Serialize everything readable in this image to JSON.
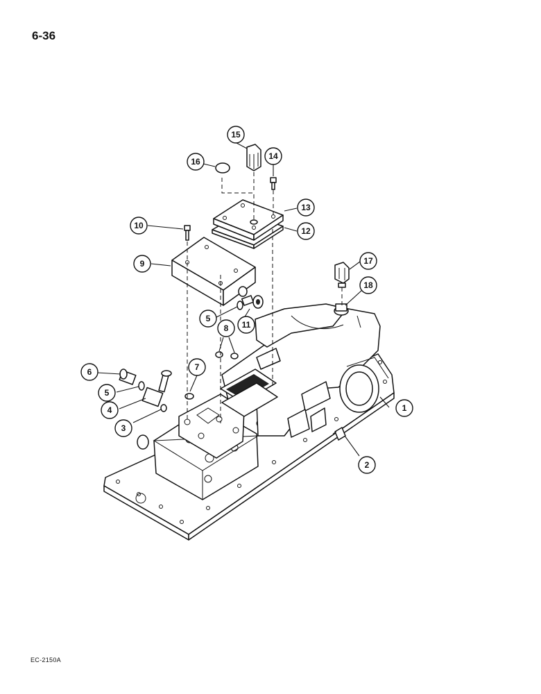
{
  "page": {
    "number": "6-36",
    "figure_code": "EC-2150A"
  },
  "callouts": [
    {
      "id": "c1",
      "label": "1"
    },
    {
      "id": "c2",
      "label": "2"
    },
    {
      "id": "c3",
      "label": "3"
    },
    {
      "id": "c4",
      "label": "4"
    },
    {
      "id": "c5a",
      "label": "5"
    },
    {
      "id": "c5b",
      "label": "5"
    },
    {
      "id": "c6",
      "label": "6"
    },
    {
      "id": "c7",
      "label": "7"
    },
    {
      "id": "c8",
      "label": "8"
    },
    {
      "id": "c9",
      "label": "9"
    },
    {
      "id": "c10",
      "label": "10"
    },
    {
      "id": "c11",
      "label": "11"
    },
    {
      "id": "c12",
      "label": "12"
    },
    {
      "id": "c13",
      "label": "13"
    },
    {
      "id": "c14",
      "label": "14"
    },
    {
      "id": "c15",
      "label": "15"
    },
    {
      "id": "c16",
      "label": "16"
    },
    {
      "id": "c17",
      "label": "17"
    },
    {
      "id": "c18",
      "label": "18"
    }
  ]
}
